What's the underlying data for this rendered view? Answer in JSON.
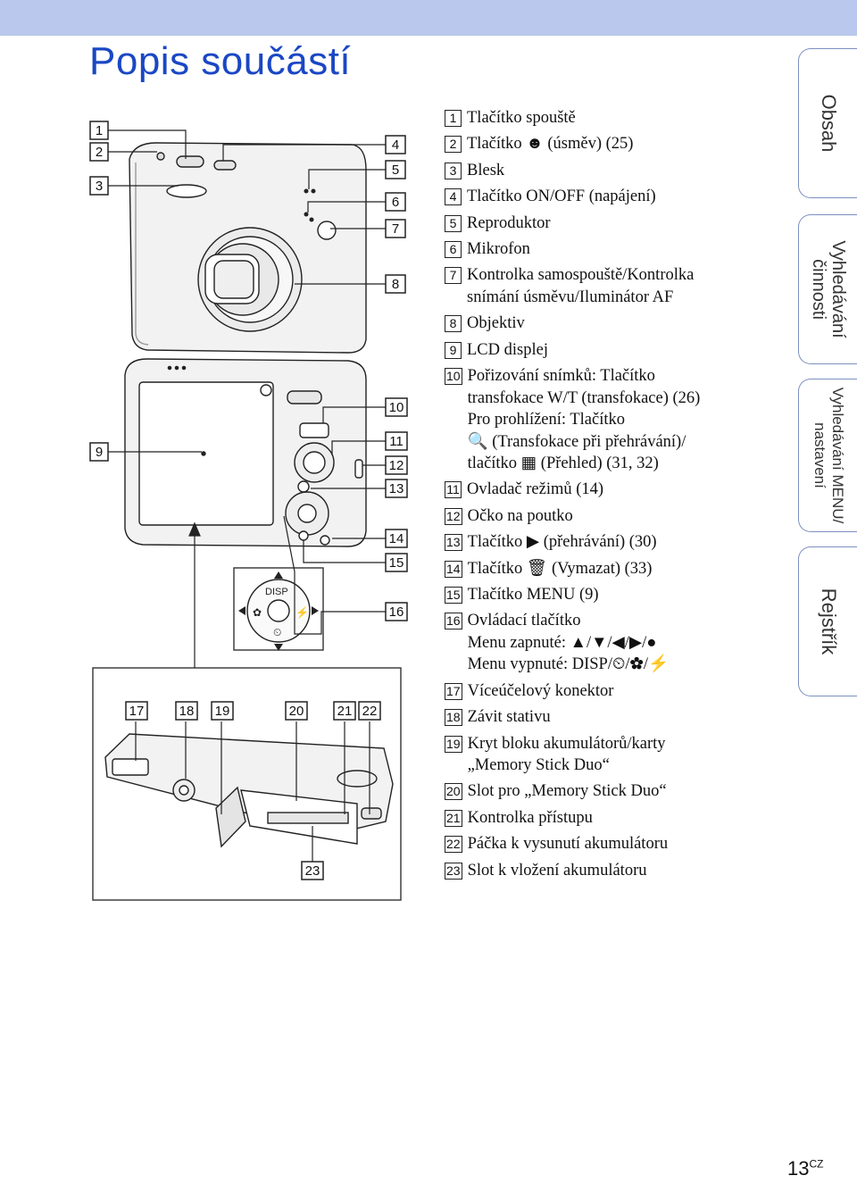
{
  "page": {
    "title": "Popis součástí",
    "number": "13",
    "locale": "CZ"
  },
  "tabs": [
    "Obsah",
    "Vyhledávání činnosti",
    "Vyhledávání MENU/ nastavení",
    "Rejstřík"
  ],
  "diagram_labels": [
    "1",
    "2",
    "3",
    "4",
    "5",
    "6",
    "7",
    "8",
    "9",
    "10",
    "11",
    "12",
    "13",
    "14",
    "15",
    "16",
    "17",
    "18",
    "19",
    "20",
    "21",
    "22",
    "23"
  ],
  "disp_label": "DISP",
  "parts": [
    {
      "n": "1",
      "lines": [
        "Tlačítko spouště"
      ]
    },
    {
      "n": "2",
      "lines": [
        "Tlačítko ☻ (úsměv) (25)"
      ]
    },
    {
      "n": "3",
      "lines": [
        "Blesk"
      ]
    },
    {
      "n": "4",
      "lines": [
        "Tlačítko ON/OFF (napájení)"
      ]
    },
    {
      "n": "5",
      "lines": [
        "Reproduktor"
      ]
    },
    {
      "n": "6",
      "lines": [
        "Mikrofon"
      ]
    },
    {
      "n": "7",
      "lines": [
        "Kontrolka samospouště/Kontrolka",
        "snímání úsměvu/Iluminátor AF"
      ]
    },
    {
      "n": "8",
      "lines": [
        "Objektiv"
      ]
    },
    {
      "n": "9",
      "lines": [
        "LCD displej"
      ]
    },
    {
      "n": "10",
      "lines": [
        "Pořizování snímků: Tlačítko",
        "transfokace W/T (transfokace) (26)",
        "Pro prohlížení: Tlačítko",
        "🔍 (Transfokace při přehrávání)/",
        "tlačítko ▦ (Přehled) (31, 32)"
      ]
    },
    {
      "n": "11",
      "lines": [
        "Ovladač režimů (14)"
      ]
    },
    {
      "n": "12",
      "lines": [
        "Očko na poutko"
      ]
    },
    {
      "n": "13",
      "lines": [
        "Tlačítko ▶ (přehrávání) (30)"
      ]
    },
    {
      "n": "14",
      "lines": [
        "Tlačítko 🗑 (Vymazat) (33)"
      ]
    },
    {
      "n": "15",
      "lines": [
        "Tlačítko MENU (9)"
      ]
    },
    {
      "n": "16",
      "lines": [
        "Ovládací tlačítko",
        "Menu zapnuté: ▲/▼/◀/▶/●",
        "Menu vypnuté: DISP/⏲/✿/⚡"
      ]
    },
    {
      "n": "17",
      "lines": [
        "Víceúčelový konektor"
      ]
    },
    {
      "n": "18",
      "lines": [
        "Závit stativu"
      ]
    },
    {
      "n": "19",
      "lines": [
        "Kryt bloku akumulátorů/karty",
        "„Memory Stick Duo“"
      ]
    },
    {
      "n": "20",
      "lines": [
        "Slot pro „Memory Stick Duo“"
      ]
    },
    {
      "n": "21",
      "lines": [
        "Kontrolka přístupu"
      ]
    },
    {
      "n": "22",
      "lines": [
        "Páčka k vysunutí akumulátoru"
      ]
    },
    {
      "n": "23",
      "lines": [
        "Slot k vložení akumulátoru"
      ]
    }
  ]
}
